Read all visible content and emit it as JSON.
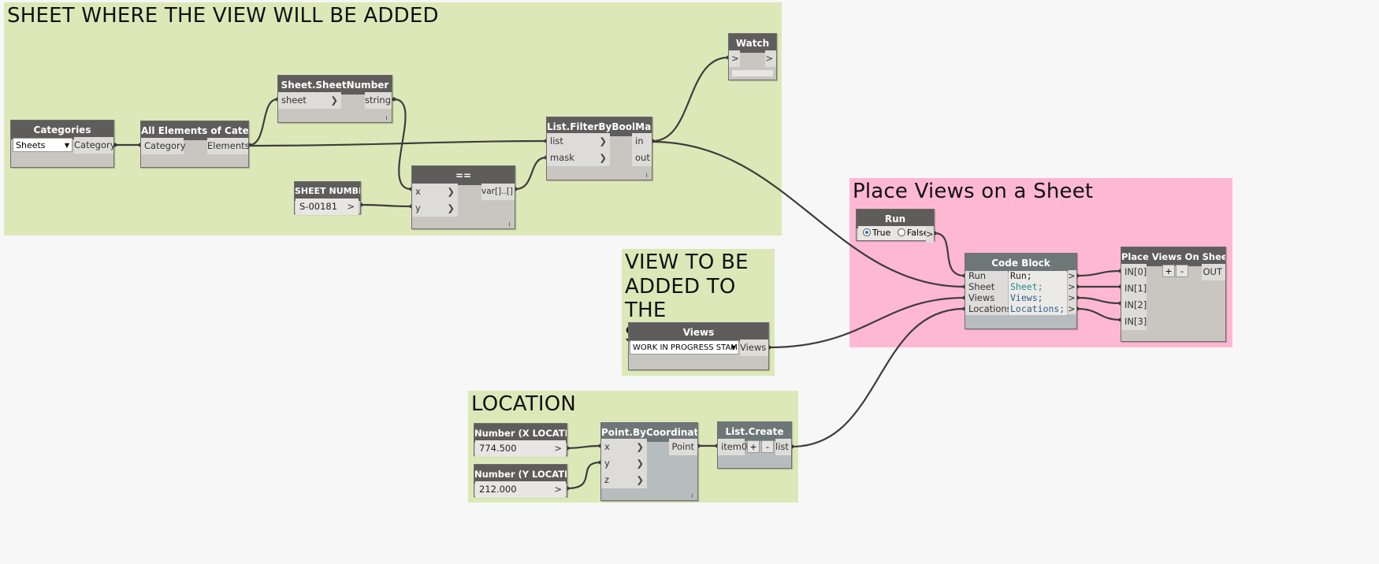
{
  "groups": {
    "sheet": {
      "title": "SHEET WHERE THE VIEW WILL BE ADDED"
    },
    "place": {
      "title": "Place Views on a Sheet"
    },
    "view": {
      "title": "VIEW TO BE\nADDED TO THE\nSHEET"
    },
    "location": {
      "title": "LOCATION"
    }
  },
  "nodes": {
    "categories": {
      "title": "Categories",
      "selected": "Sheets",
      "output": "Category"
    },
    "all_elements": {
      "title": "All Elements of Category",
      "input": "Category",
      "output": "Elements"
    },
    "sheet_number_prop": {
      "title": "Sheet.SheetNumber",
      "input": "sheet",
      "output": "string"
    },
    "sheet_number_input": {
      "title": "SHEET NUMBER",
      "value": "S-00181",
      "output": ">"
    },
    "equals": {
      "title": "==",
      "inputs": [
        "x",
        "y"
      ],
      "output": "var[]..[]"
    },
    "filter": {
      "title": "List.FilterByBoolMask",
      "inputs": [
        "list",
        "mask"
      ],
      "outputs": [
        "in",
        "out"
      ]
    },
    "watch": {
      "title": "Watch",
      "input": ">",
      "output": ">"
    },
    "run": {
      "title": "Run",
      "true_label": "True",
      "false_label": "False",
      "output": ">"
    },
    "code_block": {
      "title": "Code Block",
      "inputs": [
        "Run",
        "Sheet",
        "Views",
        "Locations"
      ],
      "lines": [
        "Run;",
        "Sheet;",
        "Views;",
        "Locations;"
      ],
      "output": ">"
    },
    "place_views": {
      "title": "Place Views On Sheet (Py)",
      "inputs": [
        "IN[0]",
        "IN[1]",
        "IN[2]",
        "IN[3]"
      ],
      "add": "+",
      "remove": "-",
      "output": "OUT"
    },
    "views": {
      "title": "Views",
      "selected": "WORK IN PROGRESS STAMP",
      "output": "Views"
    },
    "num_x": {
      "title": "Number (X LOCATION)",
      "value": "774.500",
      "output": ">"
    },
    "num_y": {
      "title": "Number (Y LOCATION)",
      "value": "212.000",
      "output": ">"
    },
    "point": {
      "title": "Point.ByCoordinates",
      "inputs": [
        "x",
        "y",
        "z"
      ],
      "output": "Point"
    },
    "list_create": {
      "title": "List.Create",
      "input": "item0",
      "add": "+",
      "remove": "-",
      "output": "list"
    }
  },
  "colors": {
    "group_green": "#dde8b8",
    "group_pink": "#ffb8d2",
    "node_header": "#5e5d5b",
    "wire": "#3d3d3d"
  }
}
